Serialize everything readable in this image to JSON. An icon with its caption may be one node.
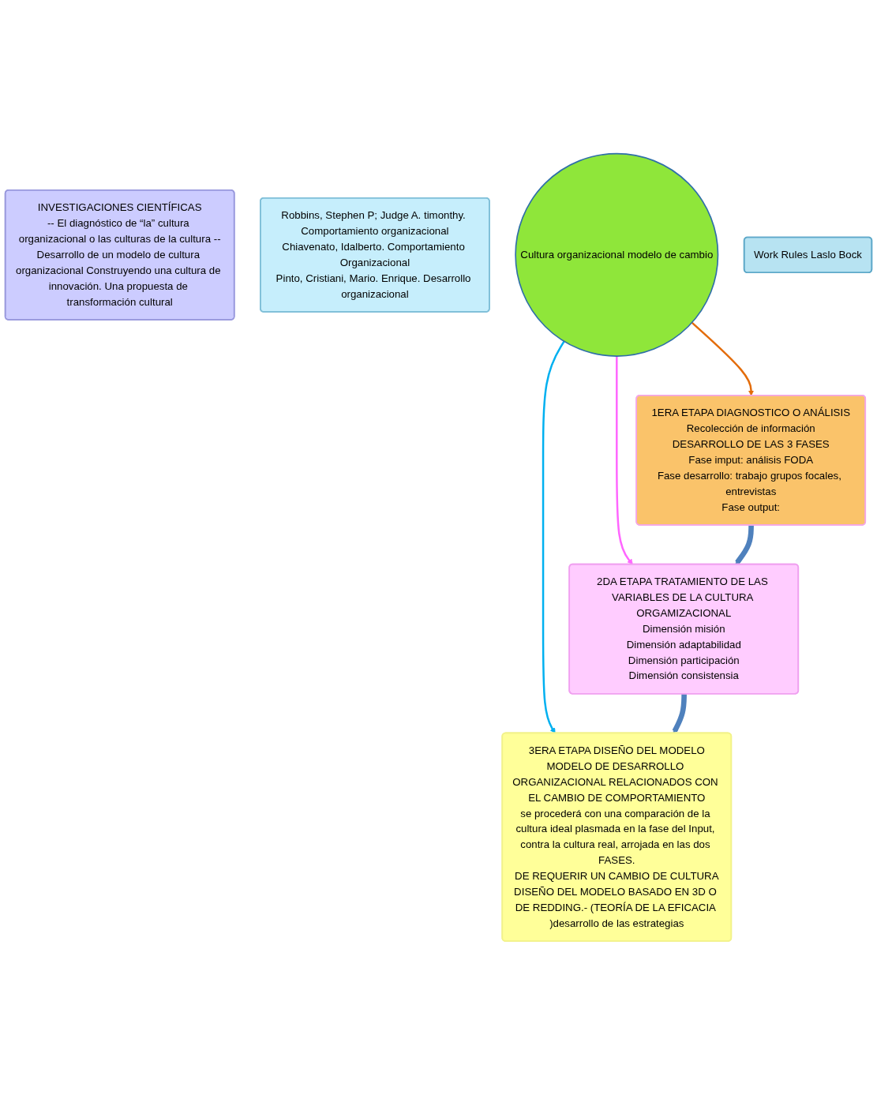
{
  "diagram": {
    "nodes": [
      {
        "text": [
          "INVESTIGACIONES CIENTÍFICAS",
          "-- El diagnóstico de “la” cultura organizacional o las culturas de la cultura --Desarrollo de un modelo de cultura organizacional Construyendo una cultura de innovación. Una propuesta de transformación cultural"
        ]
      },
      {
        "text": [
          "1ERA ETAPA DIAGNOSTICO O ANÁLISIS",
          "Recolección de información",
          "DESARROLLO DE LAS 3 FASES",
          "Fase imput: análisis FODA",
          "Fase desarrollo: trabajo grupos focales, entrevistas",
          "Fase output:"
        ]
      },
      {
        "text": [
          "Robbins, Stephen P; Judge A. timonthy. Comportamiento organizacional",
          "Chiavenato, Idalberto. Comportamiento Organizacional",
          "Pinto, Cristiani, Mario. Enrique. Desarrollo organizacional"
        ]
      },
      {
        "text": [
          "Cultura organizacional modelo de cambio"
        ]
      },
      {
        "text": [
          "3ERA ETAPA DISEÑO DEL MODELO",
          "MODELO DE DESARROLLO ORGANIZACIONAL RELACIONADOS CON EL CAMBIO DE COMPORTAMIENTO",
          "se procederá con una comparación de la cultura ideal plasmada en la fase del Input, contra la cultura real, arrojada en las dos FASES.",
          "DE REQUERIR UN CAMBIO DE CULTURA",
          "DISEÑO DEL MODELO BASADO EN 3D O DE REDDING.- (TEORÍA DE LA EFICACIA )desarrollo de las estrategias"
        ]
      },
      {
        "text": [
          "2DA ETAPA TRATAMIENTO DE LAS VARIABLES DE LA CULTURA ORGAMIZACIONAL",
          "Dimensión misión",
          "Dimensión adaptabilidad",
          "Dimensión participación",
          "Dimensión consistensia"
        ]
      },
      {
        "text": [
          "Work Rules Laslo Bock"
        ]
      }
    ],
    "edges": [
      {
        "from": 3,
        "to": 1,
        "arrow": "to",
        "color": "#e36c0a"
      },
      {
        "from": 3,
        "to": 4,
        "arrow": "to",
        "color": "#00b0f0"
      },
      {
        "from": 3,
        "to": 5,
        "arrow": "to",
        "color": "#ff66ff"
      },
      {
        "from": 1,
        "to": 5,
        "arrow": "to",
        "style": "thick",
        "color": "#4f81bd"
      },
      {
        "from": 5,
        "to": 4,
        "arrow": "to",
        "style": "thick",
        "color": "#4f81bd"
      }
    ]
  }
}
